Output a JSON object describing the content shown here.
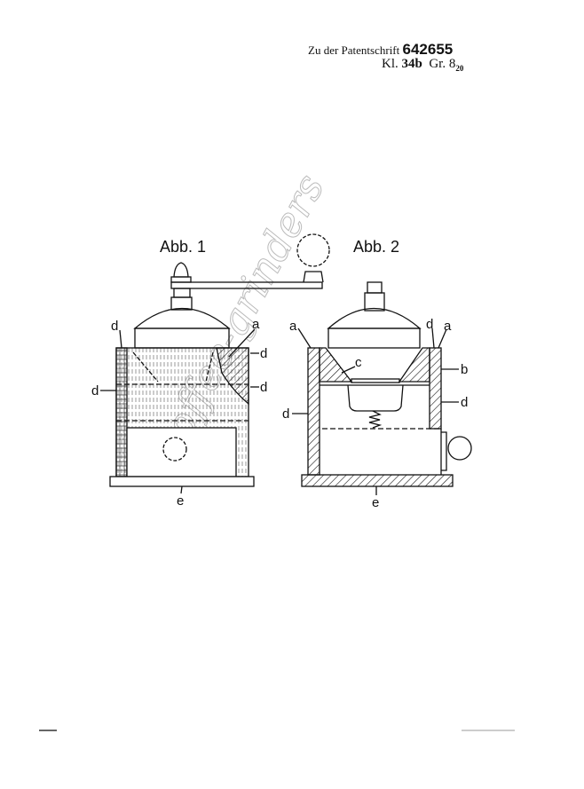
{
  "header": {
    "line1_prefix": "Zu der Patentschrift",
    "patent_number": "642655",
    "class_label": "Kl.",
    "class_value": "34b",
    "group_label": "Gr.",
    "group_value": "8",
    "group_sub": "20"
  },
  "figures": [
    {
      "title": "Abb. 1",
      "labels": [
        "d",
        "a",
        "d",
        "d",
        "d",
        "e"
      ]
    },
    {
      "title": "Abb. 2",
      "labels": [
        "a",
        "d",
        "a",
        "c",
        "b",
        "d",
        "d",
        "e"
      ]
    }
  ],
  "watermark": "coffee-grinders",
  "colors": {
    "ink": "#111111",
    "paper": "#ffffff"
  }
}
